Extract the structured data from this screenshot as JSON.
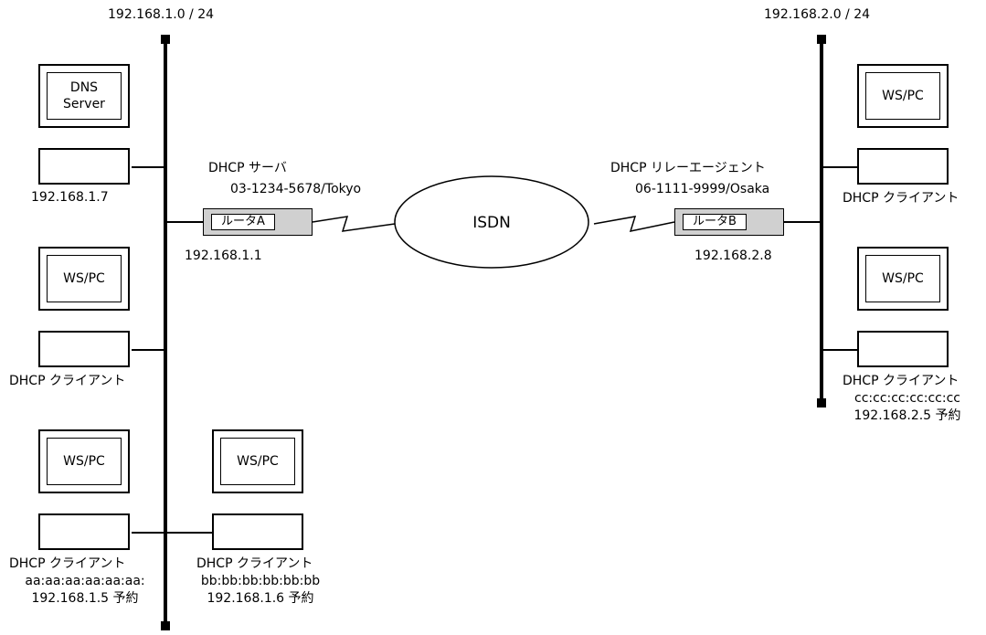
{
  "networks": {
    "left_subnet": "192.168.1.0 / 24",
    "right_subnet": "192.168.2.0 / 24",
    "isdn": "ISDN"
  },
  "left": {
    "dns_server": {
      "screen": "DNS\nServer",
      "ip": "192.168.1.7"
    },
    "router": {
      "name": "ルータA",
      "role": "DHCP サーバ",
      "phone": "03-1234-5678/Tokyo",
      "ip": "192.168.1.1"
    },
    "client_1": {
      "screen": "WS/PC",
      "label": "DHCP クライアント"
    },
    "client_2": {
      "screen": "WS/PC",
      "label": "DHCP クライアント",
      "mac": "aa:aa:aa:aa:aa:aa:",
      "reserved": "192.168.1.5 予約"
    },
    "client_3": {
      "screen": "WS/PC",
      "label": "DHCP クライアント",
      "mac": "bb:bb:bb:bb:bb:bb",
      "reserved": "192.168.1.6 予約"
    }
  },
  "right": {
    "router": {
      "name": "ルータB",
      "role": "DHCP リレーエージェント",
      "phone": "06-1111-9999/Osaka",
      "ip": "192.168.2.8"
    },
    "client_1": {
      "screen": "WS/PC",
      "label": "DHCP クライアント"
    },
    "client_2": {
      "screen": "WS/PC",
      "label": "DHCP クライアント",
      "mac": "cc:cc:cc:cc:cc:cc",
      "reserved": "192.168.2.5 予約"
    }
  }
}
